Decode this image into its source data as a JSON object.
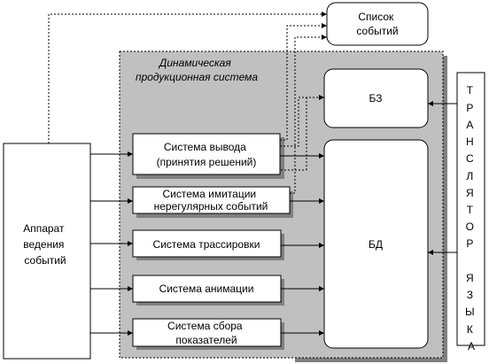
{
  "colors": {
    "panel": "#c0c0c0",
    "panel_shadow": "#808080",
    "box_fill": "#ffffff",
    "line": "#000000"
  },
  "events_list": [
    "Список",
    "событий"
  ],
  "dynamic_system": [
    "Динамическая",
    "продукционная система"
  ],
  "kb": "БЗ",
  "db": "БД",
  "inference": [
    "Система вывода",
    "(принятия решений)"
  ],
  "imitation": [
    "Система имитации",
    "нерегулярных событий"
  ],
  "tracing": "Система трассировки",
  "animation": "Система анимации",
  "metrics": [
    "Система сбора",
    "показателей"
  ],
  "event_apparatus": [
    "Аппарат",
    "ведения",
    "событий"
  ],
  "translator": [
    "Т",
    "Р",
    "А",
    "Н",
    "С",
    "Л",
    "Я",
    "Т",
    "О",
    "Р",
    "",
    "Я",
    "З",
    "Ы",
    "К",
    "А"
  ]
}
